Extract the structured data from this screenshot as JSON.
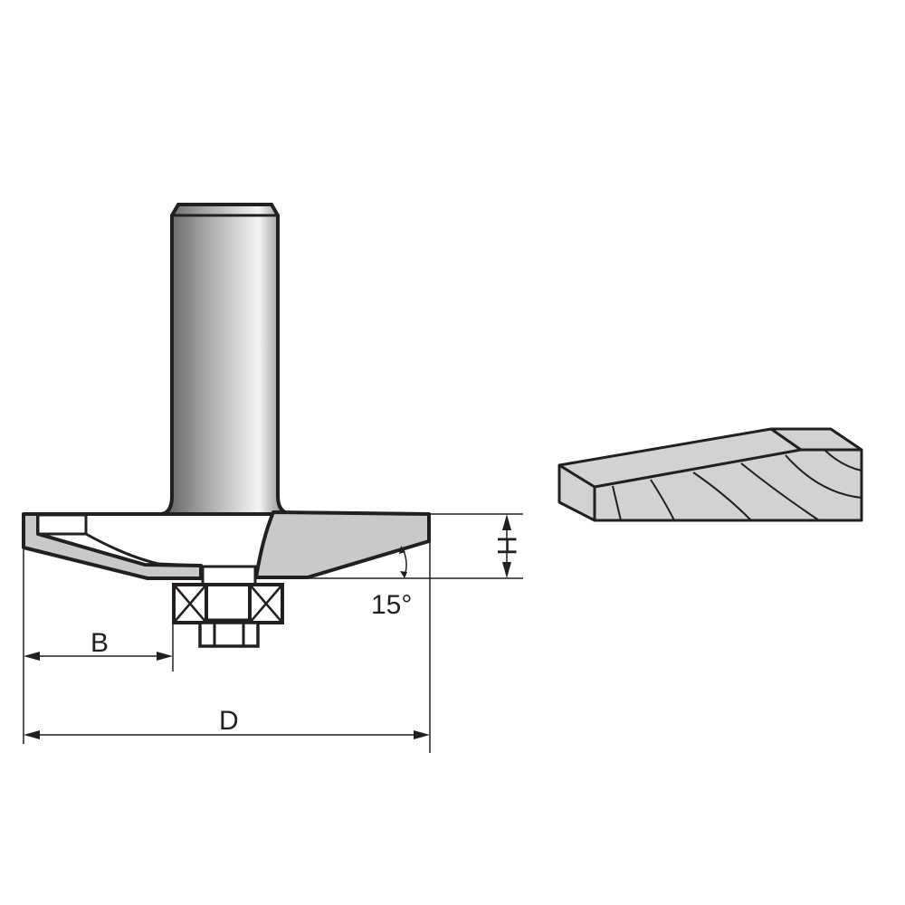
{
  "diagram": {
    "labels": {
      "bearing_offset": "B",
      "diameter": "D",
      "height": "H",
      "angle": "15°"
    },
    "colors": {
      "line": "#231f20",
      "body_fill": "#c8c9cb",
      "wood_fill": "#d1d2d4"
    }
  }
}
